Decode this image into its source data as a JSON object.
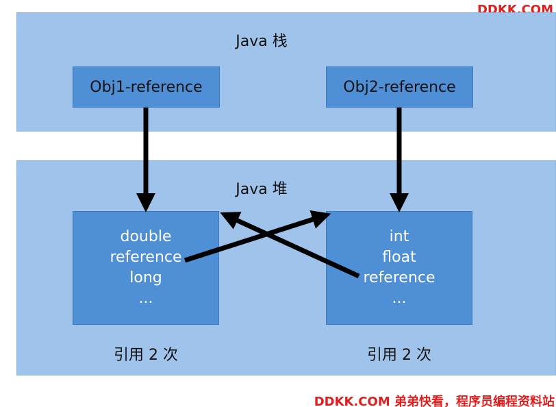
{
  "stack": {
    "title": "Java 栈",
    "refs": [
      {
        "label": "Obj1-reference"
      },
      {
        "label": "Obj2-reference"
      }
    ]
  },
  "heap": {
    "title": "Java 堆",
    "objects": [
      {
        "fields": [
          "double",
          "reference",
          "long",
          "..."
        ],
        "count_label": "引用 2 次"
      },
      {
        "fields": [
          "int",
          "float",
          "reference",
          "..."
        ],
        "count_label": "引用 2 次"
      }
    ]
  },
  "watermark": {
    "top": "DDKK.COM",
    "bottom": "DDKK.COM 弟弟快看，程序员编程资料站"
  },
  "colors": {
    "band": "#9fc3ea",
    "box": "#4e8fd6",
    "arrow": "#000000",
    "watermark": "#e01e1e"
  }
}
